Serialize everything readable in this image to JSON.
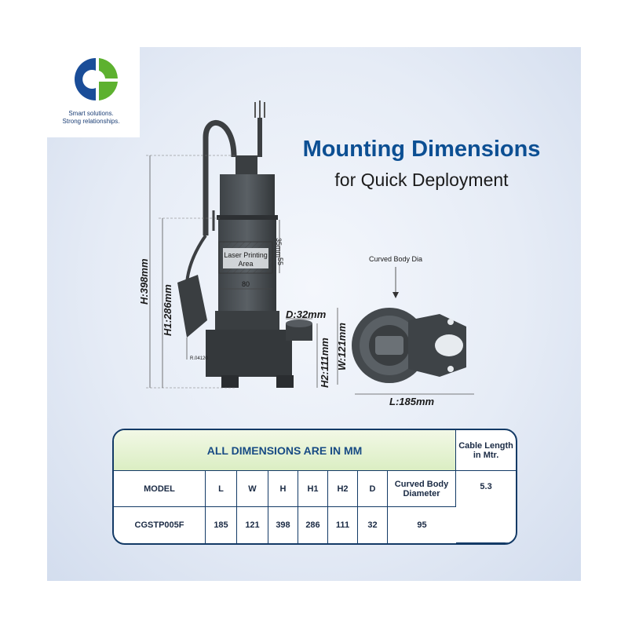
{
  "logo": {
    "tagline_1": "Smart solutions.",
    "tagline_2": "Strong relationships.",
    "brand_blue": "#1a4d98",
    "brand_green": "#5db12f"
  },
  "heading": {
    "title": "Mounting Dimensions",
    "subtitle": "for Quick Deployment"
  },
  "diagram": {
    "h_total": "H:398mm",
    "h1": "H1:286mm",
    "h2": "H2:111mm",
    "w": "W:121mm",
    "l": "L:185mm",
    "d": "D:32mm",
    "curved_body_dia": "Curved Body Dia",
    "laser_area": "Laser Printing Area",
    "label_35": "35mm",
    "label_55": "55",
    "label_80": "80",
    "label_r": "R.04120"
  },
  "table": {
    "banner": "ALL DIMENSIONS ARE IN MM",
    "cable_header": "Cable Length in Mtr.",
    "columns": [
      "MODEL",
      "L",
      "W",
      "H",
      "H1",
      "H2",
      "D",
      "Curved Body Diameter"
    ],
    "row": [
      "CGSTP005F",
      "185",
      "121",
      "398",
      "286",
      "111",
      "32",
      "95"
    ],
    "cable_value": "5.3"
  }
}
